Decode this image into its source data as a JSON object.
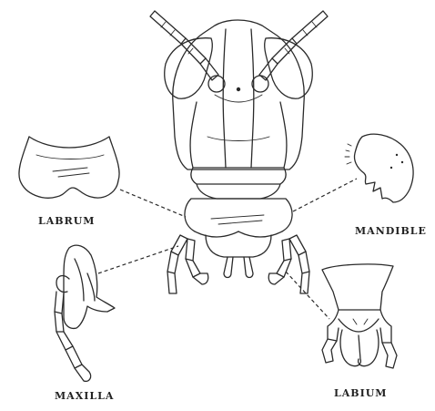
{
  "labels": {
    "labrum": "LABRUM",
    "mandible": "MANDIBLE",
    "maxilla": "MAXILLA",
    "labium": "LABIUM"
  },
  "colors": {
    "ink": "#2a2a2a",
    "background": "#ffffff"
  }
}
